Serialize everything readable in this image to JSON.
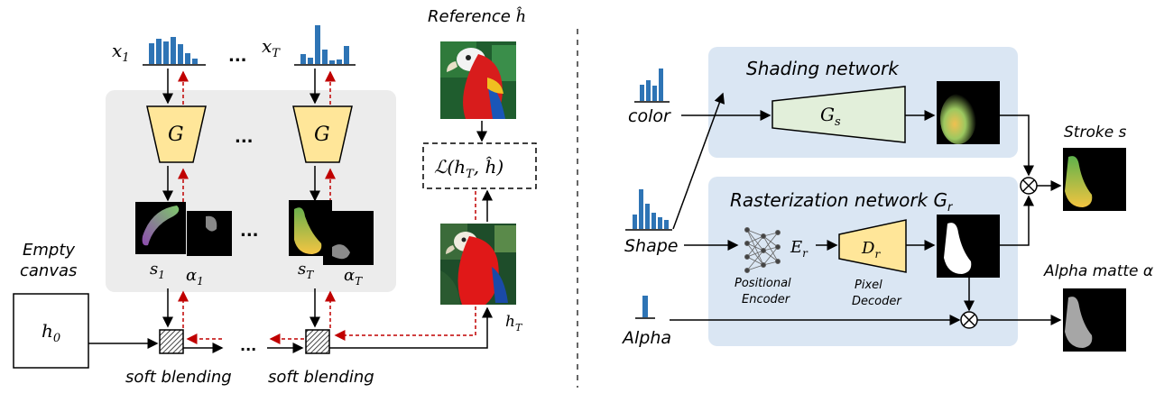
{
  "left": {
    "inputs": [
      {
        "label": "x",
        "sub": "1"
      },
      {
        "label": "x",
        "sub": "T"
      }
    ],
    "ellipsis": "...",
    "generator_label": "G",
    "stroke_labels": [
      {
        "s": "s",
        "s_sub": "1",
        "a": "α",
        "a_sub": "1"
      },
      {
        "s": "s",
        "s_sub": "T",
        "a": "α",
        "a_sub": "T"
      }
    ],
    "empty_canvas": "Empty canvas",
    "empty_canvas_line1": "Empty",
    "empty_canvas_line2": "canvas",
    "h0": {
      "label": "h",
      "sub": "0"
    },
    "soft_blending": "soft blending",
    "reference": {
      "text": "Reference",
      "symbol": "ĥ"
    },
    "loss": {
      "text": "ℒ(h",
      "sub": "T",
      "rest": ", ĥ)"
    },
    "hT": {
      "label": "h",
      "sub": "T"
    }
  },
  "right": {
    "inputs": {
      "color": "color",
      "shape": "Shape",
      "alpha": "Alpha"
    },
    "shading_network": "Shading network",
    "shading_gen": {
      "label": "G",
      "sub": "s"
    },
    "rasterization_network": {
      "text": "Rasterization network G",
      "sub": "r"
    },
    "encoder": {
      "label": "E",
      "sub": "r",
      "caption1": "Positional",
      "caption2": "Encoder"
    },
    "decoder": {
      "label": "D",
      "sub": "r",
      "caption1": "Pixel",
      "caption2": "Decoder"
    },
    "stroke_output": "Stroke s",
    "alpha_output": "Alpha matte α",
    "multiply_symbol": "⊗"
  },
  "colors": {
    "bar_blue": "#2e74b5",
    "gray_panel": "#ececec",
    "generator_fill": "#ffe699",
    "shading_fill": "#e2efda",
    "network_panel": "#dae6f3",
    "grad_red": "#c00000"
  }
}
